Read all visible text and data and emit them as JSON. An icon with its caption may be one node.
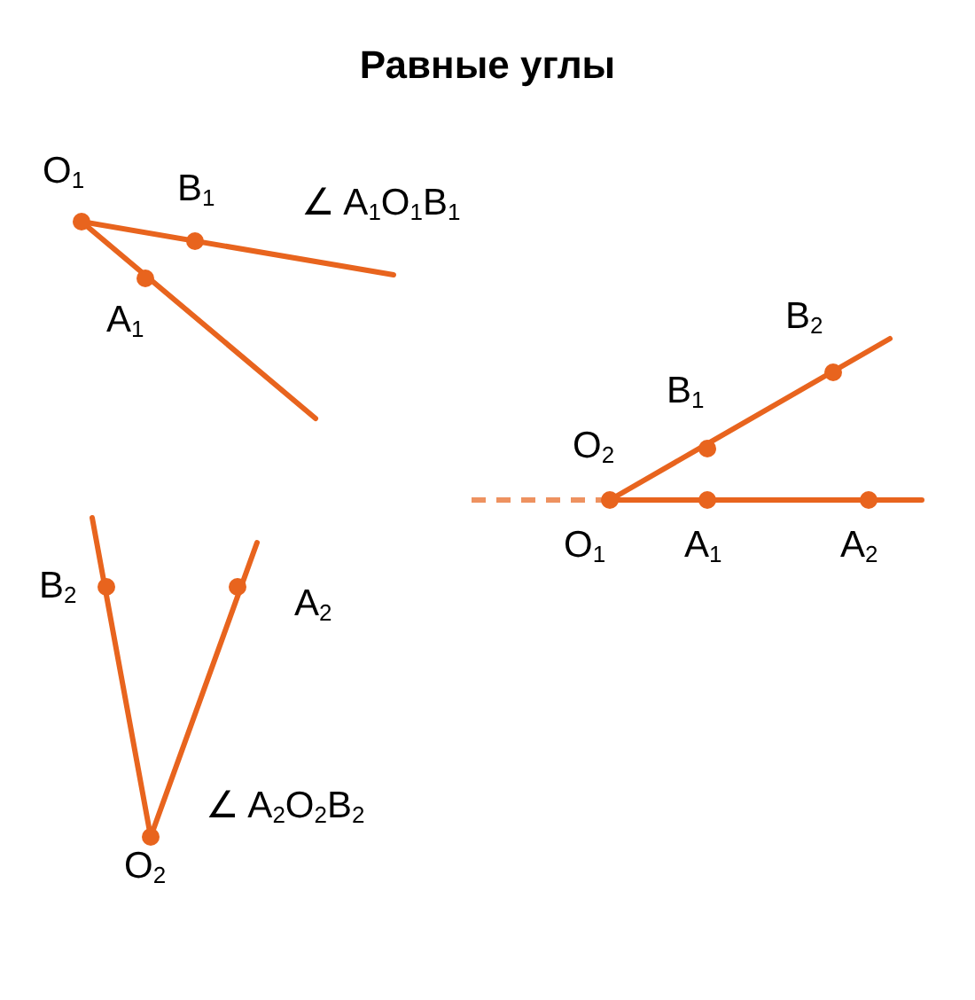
{
  "diagram": {
    "title": "Равные углы",
    "labels": [
      "O$_{1}$",
      "B$_{1}$",
      "∠ A$_{1}$O$_{1}$B$_{1}$",
      "A$_{1}$",
      "B$_{2}$",
      "B$_{1}$",
      "O$_{2}$",
      "O$_{1}$",
      "A$_{1}$",
      "A$_{2}$",
      "B$_{2}$",
      "A$_{2}$",
      "∠ A$_{2}$O$_{2}$B$_{2}$",
      "O$_{2}$"
    ]
  }
}
